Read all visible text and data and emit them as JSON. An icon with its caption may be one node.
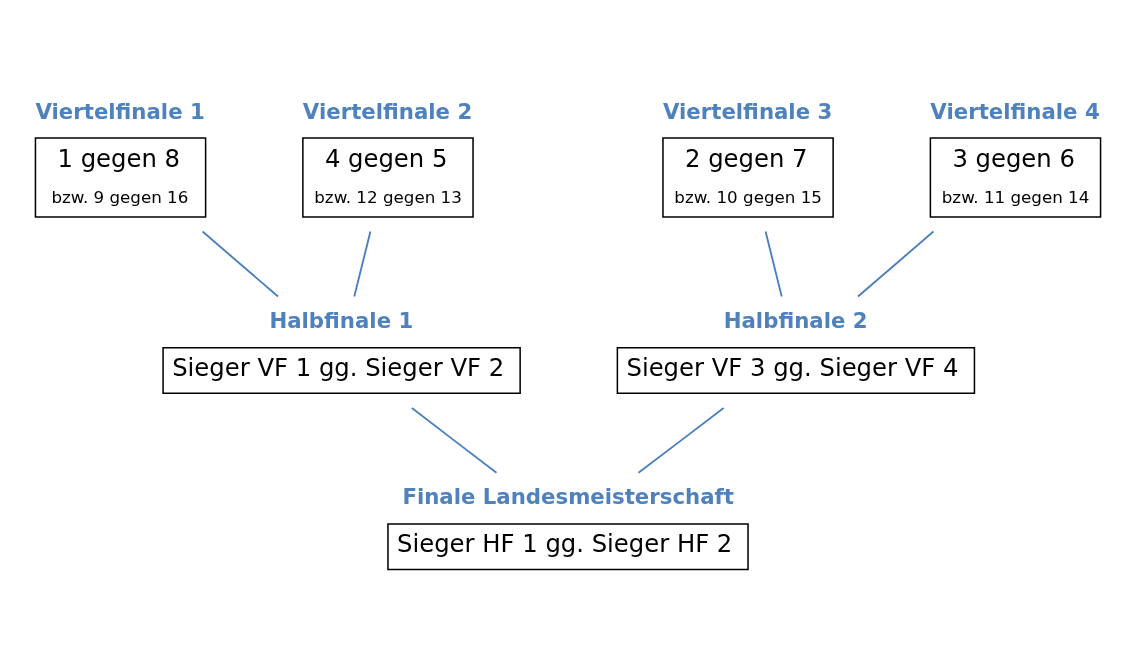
{
  "diagram": {
    "nodes": [
      {
        "text": [
          "Viertelfinale 1",
          "1 gegen 8",
          "bzw. 9 gegen 16"
        ]
      },
      {
        "text": [
          "Viertelfinale 2",
          "4 gegen 5",
          "bzw. 12 gegen 13"
        ]
      },
      {
        "text": [
          "Viertelfinale 3",
          "2 gegen 7",
          "bzw. 10 gegen 15"
        ]
      },
      {
        "text": [
          "Viertelfinale 4",
          "3 gegen 6",
          "bzw. 11 gegen 14"
        ]
      },
      {
        "text": [
          "Halbfinale 1",
          "Sieger VF 1 gg. Sieger VF 2"
        ]
      },
      {
        "text": [
          "Halbfinale 2",
          "Sieger VF 3 gg. Sieger VF 4"
        ]
      },
      {
        "text": [
          "Finale Landesmeisterschaft",
          "Sieger HF 1 gg. Sieger HF 2"
        ]
      }
    ],
    "edges": [
      {
        "from": 0,
        "to": 4,
        "arrow": "none"
      },
      {
        "from": 1,
        "to": 4,
        "arrow": "none"
      },
      {
        "from": 2,
        "to": 5,
        "arrow": "none"
      },
      {
        "from": 3,
        "to": 5,
        "arrow": "none"
      },
      {
        "from": 4,
        "to": 6,
        "arrow": "none"
      },
      {
        "from": 5,
        "to": 6,
        "arrow": "none"
      }
    ]
  }
}
